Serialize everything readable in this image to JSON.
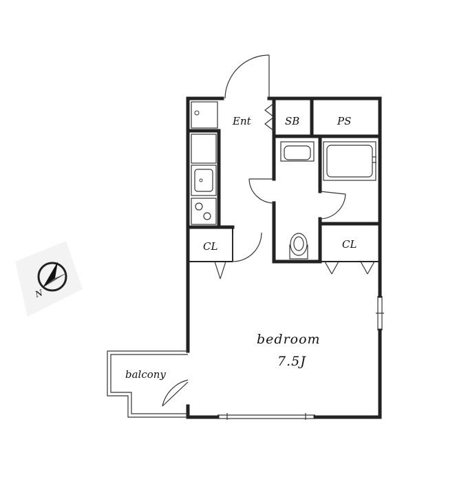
{
  "floor_plan": {
    "rooms": {
      "entrance": {
        "label": "Ent"
      },
      "shoe_box": {
        "label": "SB"
      },
      "pipe_space": {
        "label": "PS"
      },
      "closet_left": {
        "label": "CL"
      },
      "closet_right": {
        "label": "CL"
      },
      "bedroom": {
        "label": "bedroom",
        "size": "7.5J"
      },
      "balcony": {
        "label": "balcony"
      }
    },
    "compass": {
      "label": "N"
    }
  }
}
